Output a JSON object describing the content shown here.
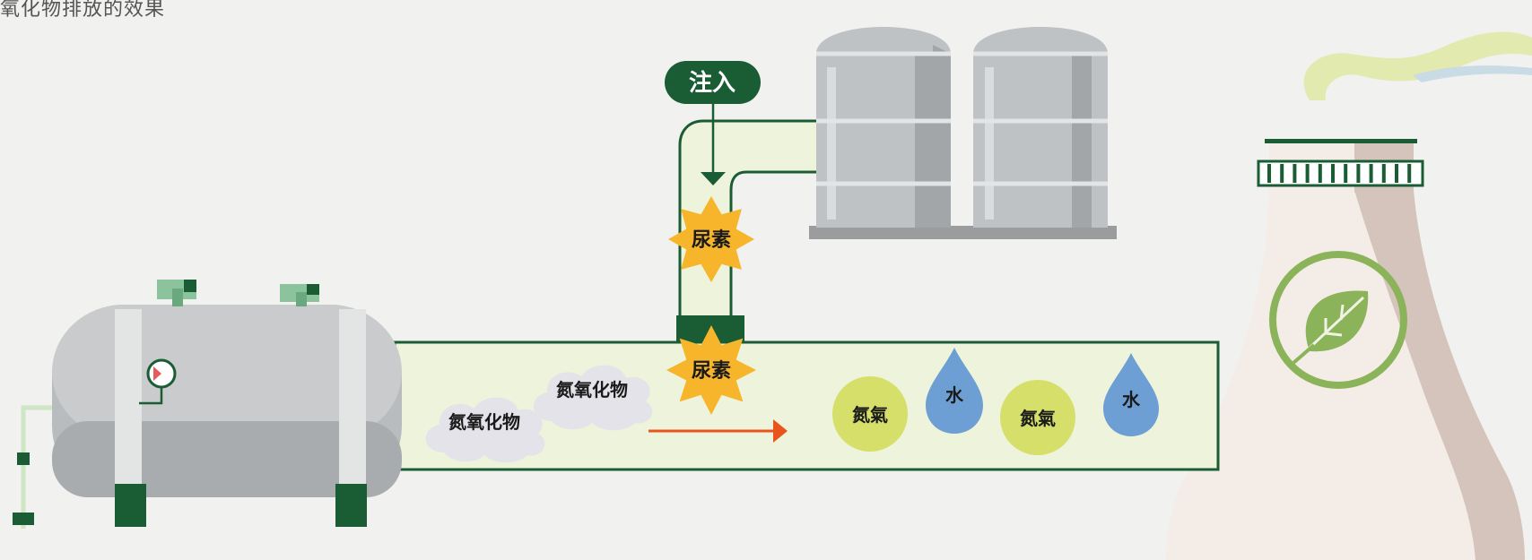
{
  "header": {
    "title": "氧化物排放的效果"
  },
  "injection": {
    "label": "注入"
  },
  "urea": {
    "label_top": "尿素",
    "label_bottom": "尿素"
  },
  "pollutants": {
    "cloud_1": "氮氧化物",
    "cloud_2": "氮氧化物"
  },
  "products": {
    "nitrogen_1": "氮氣",
    "water_1": "水",
    "nitrogen_2": "氮氣",
    "water_2": "水"
  },
  "colors": {
    "dark_green": "#1a5c34",
    "pipe_fill": "#eef3dc",
    "tank_grey": "#b9bcbe",
    "silo_grey": "#bfc2c4",
    "urea_yellow": "#f6b52a",
    "arrow_orange": "#e8541c",
    "nitrogen_circle": "#d6df6a",
    "water_drop": "#6d9fd4",
    "cloud_grey": "#e5e3ea",
    "leaf_green": "#8bb35a"
  }
}
